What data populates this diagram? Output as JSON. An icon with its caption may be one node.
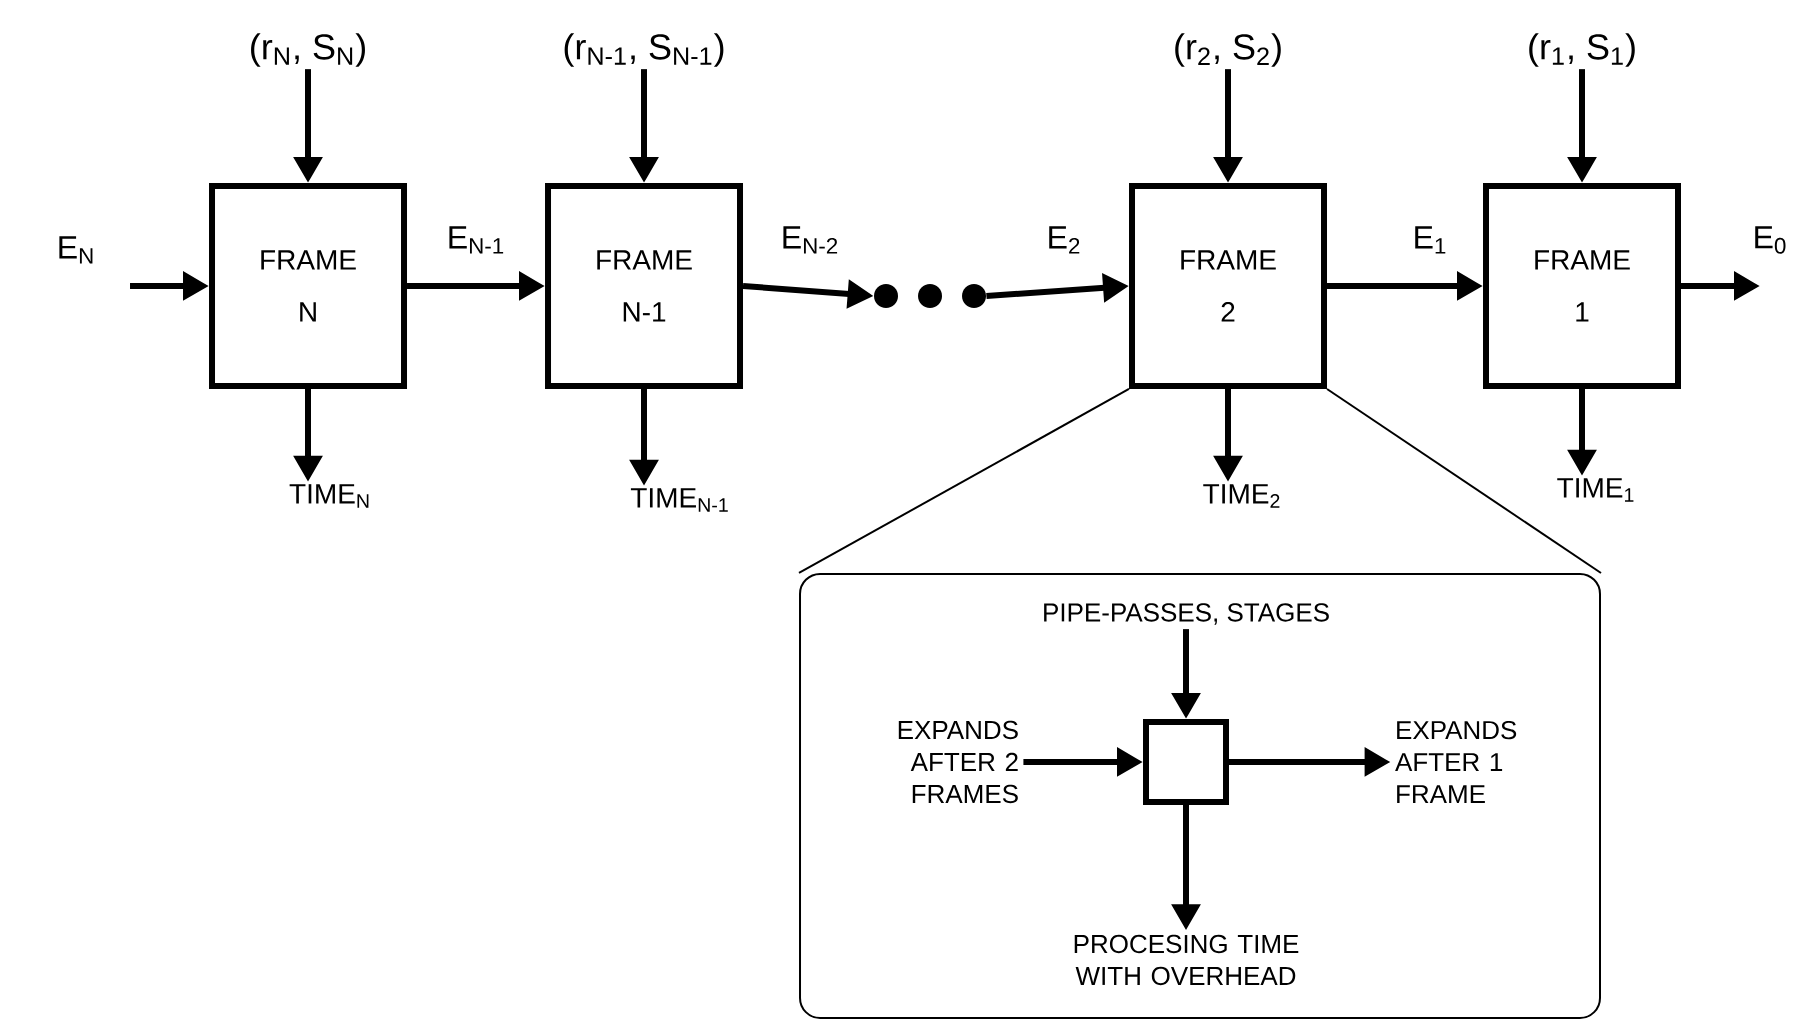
{
  "diagram": {
    "nodes": [
      {
        "text": [
          "(r$_{N}$, S$_{N}$)"
        ]
      },
      {
        "text": [
          "(r$_{N-1}$, S$_{N-1}$)"
        ]
      },
      {
        "text": [
          "(r$_{2}$, S$_{2}$)"
        ]
      },
      {
        "text": [
          "(r$_{1}$, S$_{1}$)"
        ]
      },
      {
        "text": [
          "FRAME N"
        ]
      },
      {
        "text": [
          "FRAME N-1"
        ]
      },
      {
        "text": [
          "FRAME 2"
        ]
      },
      {
        "text": [
          "FRAME 1"
        ]
      },
      {
        "text": [
          "TIME$_{N}$"
        ]
      },
      {
        "text": [
          "TIME$_{N-1}$"
        ]
      },
      {
        "text": [
          "TIME$_{2}$"
        ]
      },
      {
        "text": [
          "TIME$_{1}$"
        ]
      },
      {
        "text": [],
        "shape": "box"
      },
      {
        "text": [
          "PIPE-PASSES, STAGES"
        ],
        "in": 12
      },
      {
        "text": [
          "EXPANDS AFTER 2 FRAMES"
        ],
        "in": 12
      },
      {
        "text": [],
        "shape": "box",
        "in": 12
      },
      {
        "text": [
          "EXPANDS AFTER 1 FRAME"
        ],
        "in": 12
      },
      {
        "text": [
          "PROCESING TIME WITH OVERHEAD"
        ],
        "in": 12
      },
      {
        "text": [],
        "shape": "dots"
      }
    ],
    "edges": [
      {
        "from": 0,
        "to": 4,
        "arrow": "to"
      },
      {
        "from": 1,
        "to": 5,
        "arrow": "to"
      },
      {
        "from": 2,
        "to": 6,
        "arrow": "to"
      },
      {
        "from": 3,
        "to": 7,
        "arrow": "to"
      },
      {
        "from": null,
        "to": 4,
        "arrow": "to",
        "label": "E$_{N}$"
      },
      {
        "from": 4,
        "to": 5,
        "arrow": "to",
        "label": "E$_{N-1}$"
      },
      {
        "from": 5,
        "to": 18,
        "arrow": "to",
        "label": "E$_{N-2}$"
      },
      {
        "from": 18,
        "to": 6,
        "arrow": "to",
        "label": "E$_{2}$"
      },
      {
        "from": 6,
        "to": 7,
        "arrow": "to",
        "label": "E$_{1}$"
      },
      {
        "from": 7,
        "to": null,
        "arrow": "to",
        "label": "E$_{0}$"
      },
      {
        "from": 4,
        "to": 8,
        "arrow": "to"
      },
      {
        "from": 5,
        "to": 9,
        "arrow": "to"
      },
      {
        "from": 6,
        "to": 10,
        "arrow": "to"
      },
      {
        "from": 7,
        "to": 11,
        "arrow": "to"
      },
      {
        "from": 6,
        "to": 12,
        "arrow": "none"
      },
      {
        "from": 6,
        "to": 12,
        "arrow": "none"
      },
      {
        "from": 13,
        "to": 15,
        "arrow": "to"
      },
      {
        "from": 14,
        "to": 15,
        "arrow": "to"
      },
      {
        "from": 15,
        "to": 16,
        "arrow": "to"
      },
      {
        "from": 15,
        "to": 17,
        "arrow": "to"
      }
    ]
  }
}
